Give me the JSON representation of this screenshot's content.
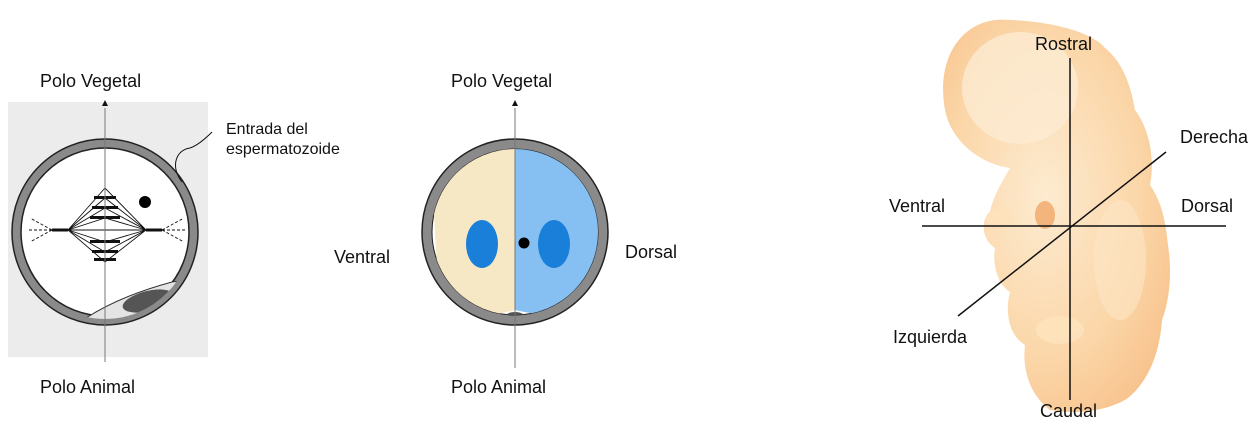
{
  "panels": {
    "zygote": {
      "top_label": "Polo Vegetal",
      "bottom_label": "Polo Animal",
      "callout_line1": "Entrada del",
      "callout_line2": "espermatozoide"
    },
    "axes_egg": {
      "top_label": "Polo Vegetal",
      "bottom_label": "Polo Animal",
      "left_label": "Ventral",
      "right_label": "Dorsal",
      "colors": {
        "ventral_half": "#f6e8c5",
        "dorsal_half": "#86c0f3",
        "nucleus": "#1a7fd9",
        "shell": "#8a8a8a"
      }
    },
    "embryo": {
      "top_label": "Rostral",
      "bottom_label": "Caudal",
      "left_label": "Ventral",
      "right_label": "Dorsal",
      "upper_right_label": "Derecha",
      "lower_left_label": "Izquierda",
      "colors": {
        "body": "#fbd3a2",
        "body_light": "#fde8c9"
      }
    }
  }
}
